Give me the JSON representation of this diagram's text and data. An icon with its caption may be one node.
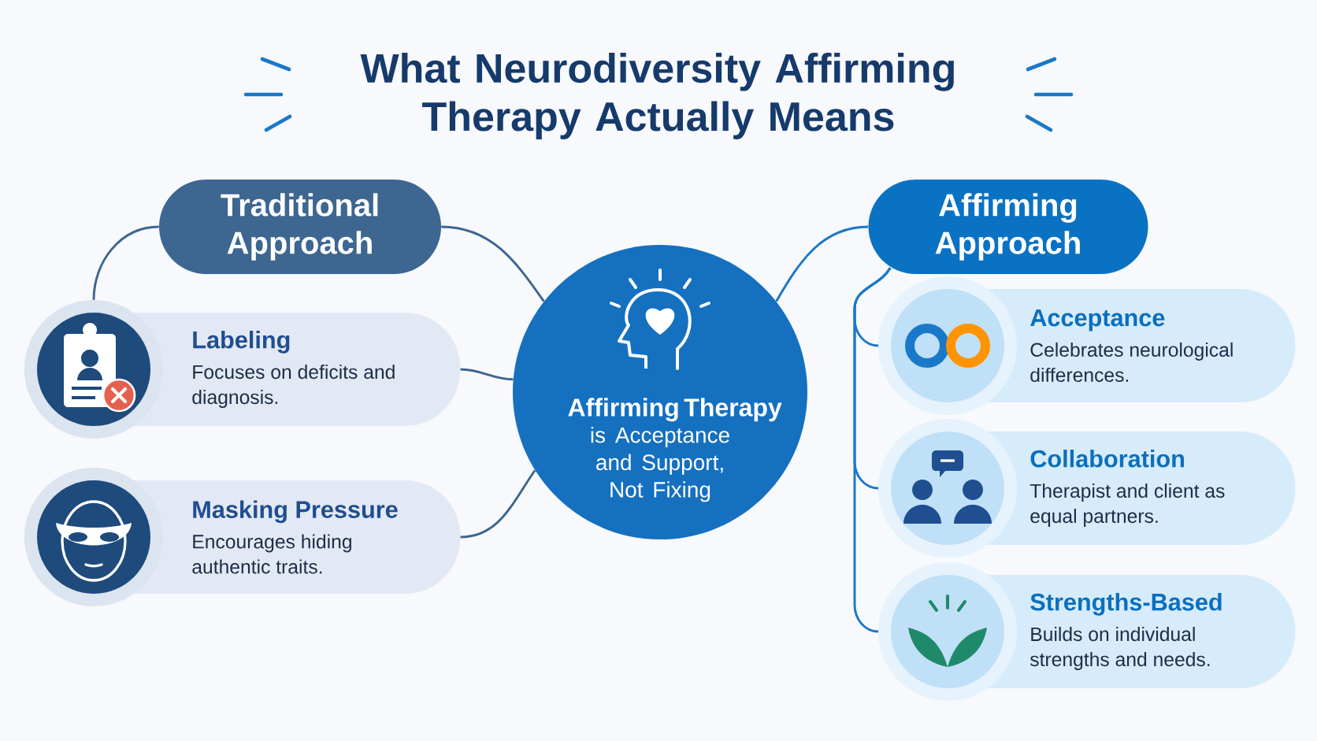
{
  "diagram": {
    "title": "What Neurodiversity Affirming Therapy Actually Means",
    "nodes": [
      {
        "text": [
          "Traditional Approach"
        ]
      },
      {
        "text": [
          "Affirming Therapy",
          "is Acceptance and Support, Not Fixing"
        ]
      },
      {
        "text": [
          "Labeling",
          "Focuses on deficits and diagnosis."
        ]
      },
      {
        "text": [
          "Masking Pressure",
          "Encourages hiding authentic traits."
        ]
      },
      {
        "text": [
          "Affirming Approach"
        ]
      },
      {
        "text": [
          "Acceptance",
          "Celebrates neurological differences."
        ]
      },
      {
        "text": [
          "Collaboration",
          "Therapist and client as equal partners."
        ]
      },
      {
        "text": [
          "Strengths-Based",
          "Builds on individual strengths and needs."
        ]
      }
    ],
    "edges": [
      {
        "from": 0,
        "to": 1,
        "arrow": "none"
      },
      {
        "from": 0,
        "to": 2,
        "arrow": "none"
      },
      {
        "from": 2,
        "to": 1,
        "arrow": "none"
      },
      {
        "from": 3,
        "to": 1,
        "arrow": "none"
      },
      {
        "from": 1,
        "to": 4,
        "arrow": "none"
      },
      {
        "from": 4,
        "to": 5,
        "arrow": "none"
      },
      {
        "from": 4,
        "to": 6,
        "arrow": "none"
      },
      {
        "from": 4,
        "to": 7,
        "arrow": "none"
      }
    ]
  }
}
